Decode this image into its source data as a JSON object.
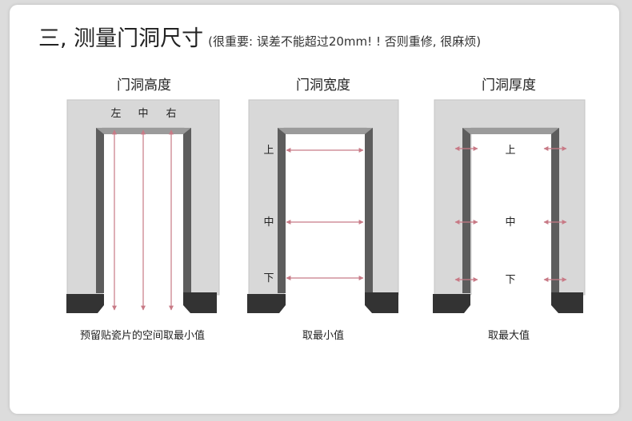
{
  "title": {
    "main": "三, 测量门洞尺寸",
    "note": "(很重要: 误差不能超过20mm! ! 否则重修, 很麻烦)"
  },
  "panels": [
    {
      "title": "门洞高度",
      "labels": [
        "左",
        "中",
        "右"
      ],
      "caption": "预留贴瓷片的空间取最小值"
    },
    {
      "title": "门洞宽度",
      "labels": [
        "上",
        "中",
        "下"
      ],
      "caption": "取最小值"
    },
    {
      "title": "门洞厚度",
      "labels": [
        "上",
        "中",
        "下"
      ],
      "caption": "取最大值"
    }
  ],
  "colors": {
    "wall": "#d8d8d8",
    "frame_edge": "#595959",
    "base": "#333333",
    "arrow": "#c87a86"
  }
}
